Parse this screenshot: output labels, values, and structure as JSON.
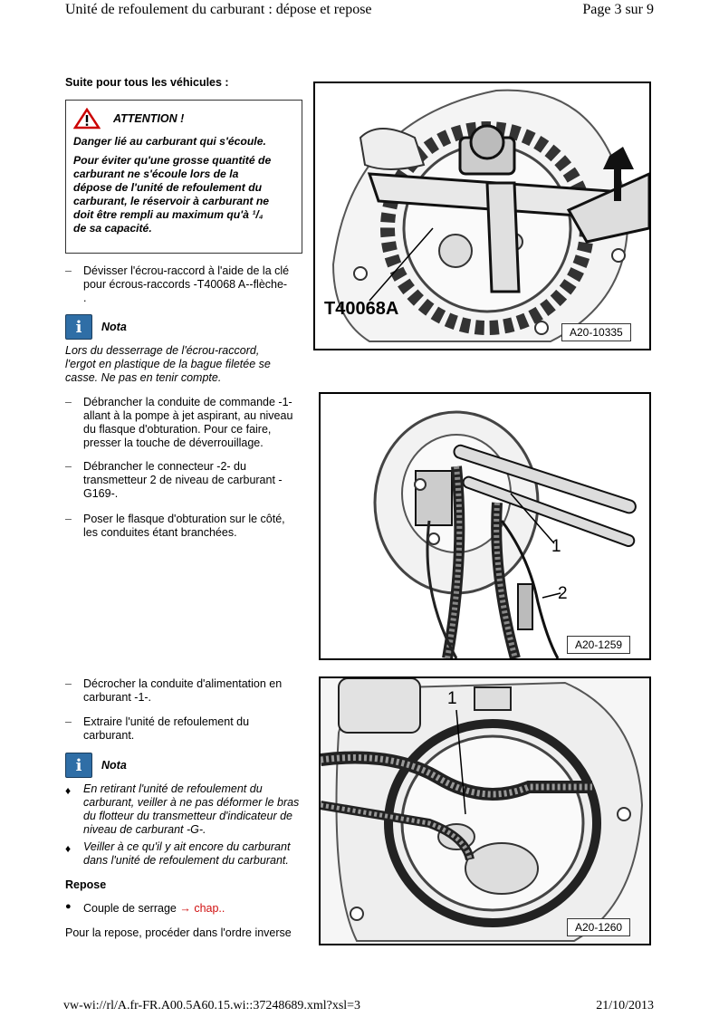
{
  "header": {
    "title": "Unité de refoulement du carburant : dépose et repose",
    "page": "Page 3 sur 9"
  },
  "footer": {
    "url": "vw-wi://rl/A.fr-FR.A00.5A60.15.wi::37248689.xml?xsl=3",
    "date": "21/10/2013"
  },
  "section_title": "Suite pour tous les véhicules :",
  "warning": {
    "title": "ATTENTION !",
    "line1": "Danger lié au carburant qui s'écoule.",
    "body_lines": [
      "Pour éviter qu'une grosse quantité de",
      "carburant ne s'écoule lors de la",
      "dépose de l'unité de refoulement du",
      "carburant, le réservoir à carburant ne",
      "doit être rempli au maximum qu'à ¹/₄",
      "de sa capacité."
    ]
  },
  "step1": [
    "Dévisser l'écrou-raccord à l'aide de la clé",
    "pour écrous-raccords -T40068 A--flèche-",
    "."
  ],
  "nota1": {
    "label": "Nota",
    "lines": [
      "Lors du desserrage de l'écrou-raccord,",
      "l'ergot en plastique de la bague filetée se",
      "casse. Ne pas en tenir compte."
    ]
  },
  "step2": [
    "Débrancher la conduite de commande -1-",
    "allant à la pompe à jet aspirant, au niveau",
    "du flasque d'obturation. Pour ce faire,",
    "presser la touche de déverrouillage."
  ],
  "step3": [
    "Débrancher le connecteur -2- du",
    "transmetteur 2 de niveau de carburant -",
    "G169-."
  ],
  "step4": [
    "Poser le flasque d'obturation sur le côté,",
    "les conduites étant branchées."
  ],
  "step5": [
    "Décrocher la conduite d'alimentation en",
    "carburant -1-."
  ],
  "step6": [
    "Extraire l'unité de refoulement du",
    "carburant."
  ],
  "nota2": {
    "label": "Nota",
    "bullet1": [
      "En retirant l'unité de refoulement du",
      "carburant, veiller à ne pas déformer le bras",
      "du flotteur du transmetteur d'indicateur de",
      "niveau de carburant -G-."
    ],
    "bullet2": [
      "Veiller à ce qu'il y ait encore du carburant",
      "dans l'unité de refoulement du carburant."
    ]
  },
  "repose": {
    "title": "Repose",
    "torque_label": "Couple de serrage",
    "torque_link": "→ chap..",
    "final": "Pour la repose, procéder dans l'ordre inverse"
  },
  "figures": {
    "fig1": {
      "code": "A20-10335",
      "tool": "T40068A"
    },
    "fig2": {
      "code": "A20-1259",
      "callout1": "1",
      "callout2": "2"
    },
    "fig3": {
      "code": "A20-1260",
      "callout1": "1"
    }
  }
}
